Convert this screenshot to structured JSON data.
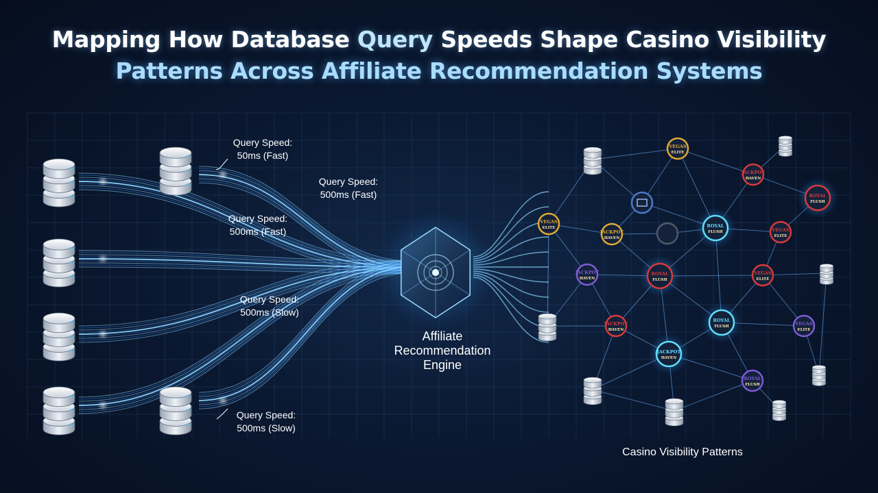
{
  "header": {
    "title_part1": "Mapping How Database ",
    "title_highlight": "Query",
    "title_part2": " Speeds Shape Casino Visibility",
    "title_line2": "Patterns Across Affiliate Recommendation Systems"
  },
  "query_labels": [
    {
      "caption": "Query Speed:",
      "speed": "50ms (Fast)"
    },
    {
      "caption": "Query Speed:",
      "speed": "500ms (Fast)"
    },
    {
      "caption": "Query Speed:",
      "speed": "500ms (Fast)"
    },
    {
      "caption": "Query Speed:",
      "speed": "500ms (Slow)"
    },
    {
      "caption": "Query Speed:",
      "speed": "500ms (Slow)"
    }
  ],
  "engine": {
    "line1": "Affiliate",
    "line2": "Recommendation",
    "line3": "Engine"
  },
  "network": {
    "label": "Casino Visibility Patterns"
  },
  "casino_badges": [
    {
      "text": "VEGAS",
      "sub": "ELITE"
    },
    {
      "text": "JACKPOT",
      "sub": "HAVEN"
    },
    {
      "text": "ROYAL",
      "sub": "FLUSH"
    },
    {
      "text": "VEGAS",
      "sub": "ELITE"
    },
    {
      "text": "JACKPOT",
      "sub": "HAVEN"
    },
    {
      "text": "ROYAL",
      "sub": "FLUSH"
    }
  ],
  "colors": {
    "flow_fast": "#8fd8ff",
    "flow_slow": "#2f7fe8",
    "gold": "#e0a932",
    "red": "#d8393a",
    "cyan": "#5fe0ff",
    "purple": "#7b5cd6"
  }
}
